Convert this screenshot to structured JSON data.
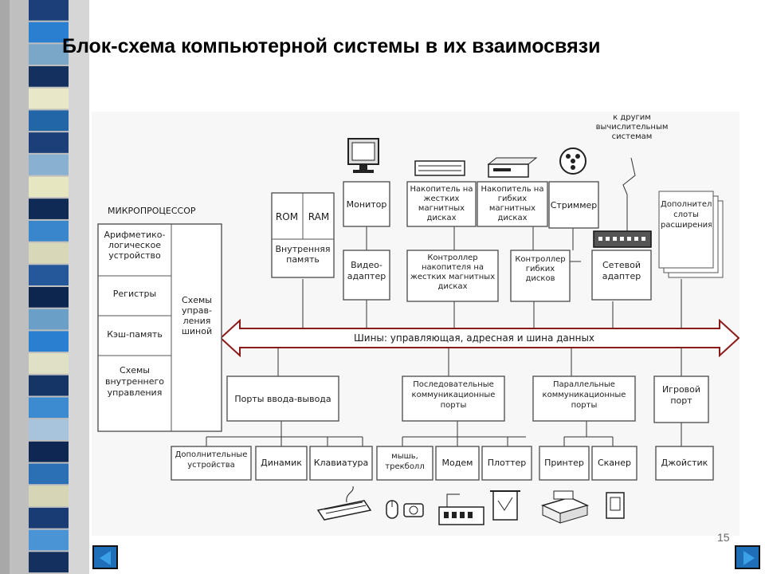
{
  "slide": {
    "title": "Блок-схема компьютерной системы в их взаимосвязи",
    "page_number": "15"
  },
  "navigation": {
    "prev_icon": "left-arrow-icon",
    "next_icon": "right-arrow-icon",
    "button_color": "#1f6fb8"
  },
  "stripe_colors": [
    "#1b3f78",
    "#2a7fd0",
    "#7aa6c8",
    "#13305e",
    "#e8e8c8",
    "#2266a8",
    "#1b3f78",
    "#88b0d0",
    "#e6e6c0",
    "#0f2a55",
    "#3a86cc",
    "#d8d8b8",
    "#24589a",
    "#0d264f",
    "#6aa0c8",
    "#2a7fd0",
    "#e0e0c4",
    "#143566",
    "#3c8ad0",
    "#a8c4dc",
    "#0e2853",
    "#2b6fb5",
    "#d6d6b6",
    "#1a3c74",
    "#4a94d6",
    "#13305e"
  ],
  "diagram": {
    "accent_color": "#c0392b",
    "microprocessor": {
      "title": "МИКРОПРОЦЕССОР",
      "alu": "Арифметико-логическое устройство",
      "registers": "Регистры",
      "cache": "Кэш-память",
      "internal_control": "Схемы внутреннего управления",
      "bus_control": "Схемы управ-ления шиной"
    },
    "memory": {
      "rom": "ROM",
      "ram": "RAM",
      "internal": "Внутренняя память"
    },
    "monitor": {
      "device": "Монитор",
      "adapter": "Видео-адаптер"
    },
    "hdd": {
      "device": "Накопитель на жестких магнитных дисках",
      "controller": "Контроллер накопителя на жестких магнитных дисках"
    },
    "fdd": {
      "device": "Накопитель на гибких магнитных дисках",
      "controller": "Контроллер гибких дисков"
    },
    "streamer": {
      "device": "Стриммер"
    },
    "network": {
      "adapter": "Сетевой адаптер",
      "note": "к другим вычислительным системам"
    },
    "expansion": "Дополнительные слоты расширения",
    "bus": "Шины: управляющая, адресная и шина данных",
    "io_ports": "Порты ввода-вывода",
    "serial_ports": "Последовательные коммуникационные порты",
    "parallel_ports": "Параллельные коммуникационные порты",
    "game_port": "Игровой порт",
    "peripherals": {
      "extra": "Дополнительные устройства",
      "speaker": "Динамик",
      "keyboard": "Клавиатура",
      "mouse": "мышь, трекболл",
      "modem": "Модем",
      "plotter": "Плоттер",
      "printer": "Принтер",
      "scanner": "Сканер",
      "joystick": "Джойстик"
    },
    "icons": [
      "monitor-icon",
      "hard-disk-icon",
      "floppy-drive-icon",
      "tape-reel-icon",
      "antenna-icon",
      "network-hub-icon",
      "keyboard-icon",
      "mouse-icon",
      "telephone-icon",
      "modem-icon",
      "plotter-icon",
      "printer-icon",
      "scanner-icon"
    ]
  }
}
